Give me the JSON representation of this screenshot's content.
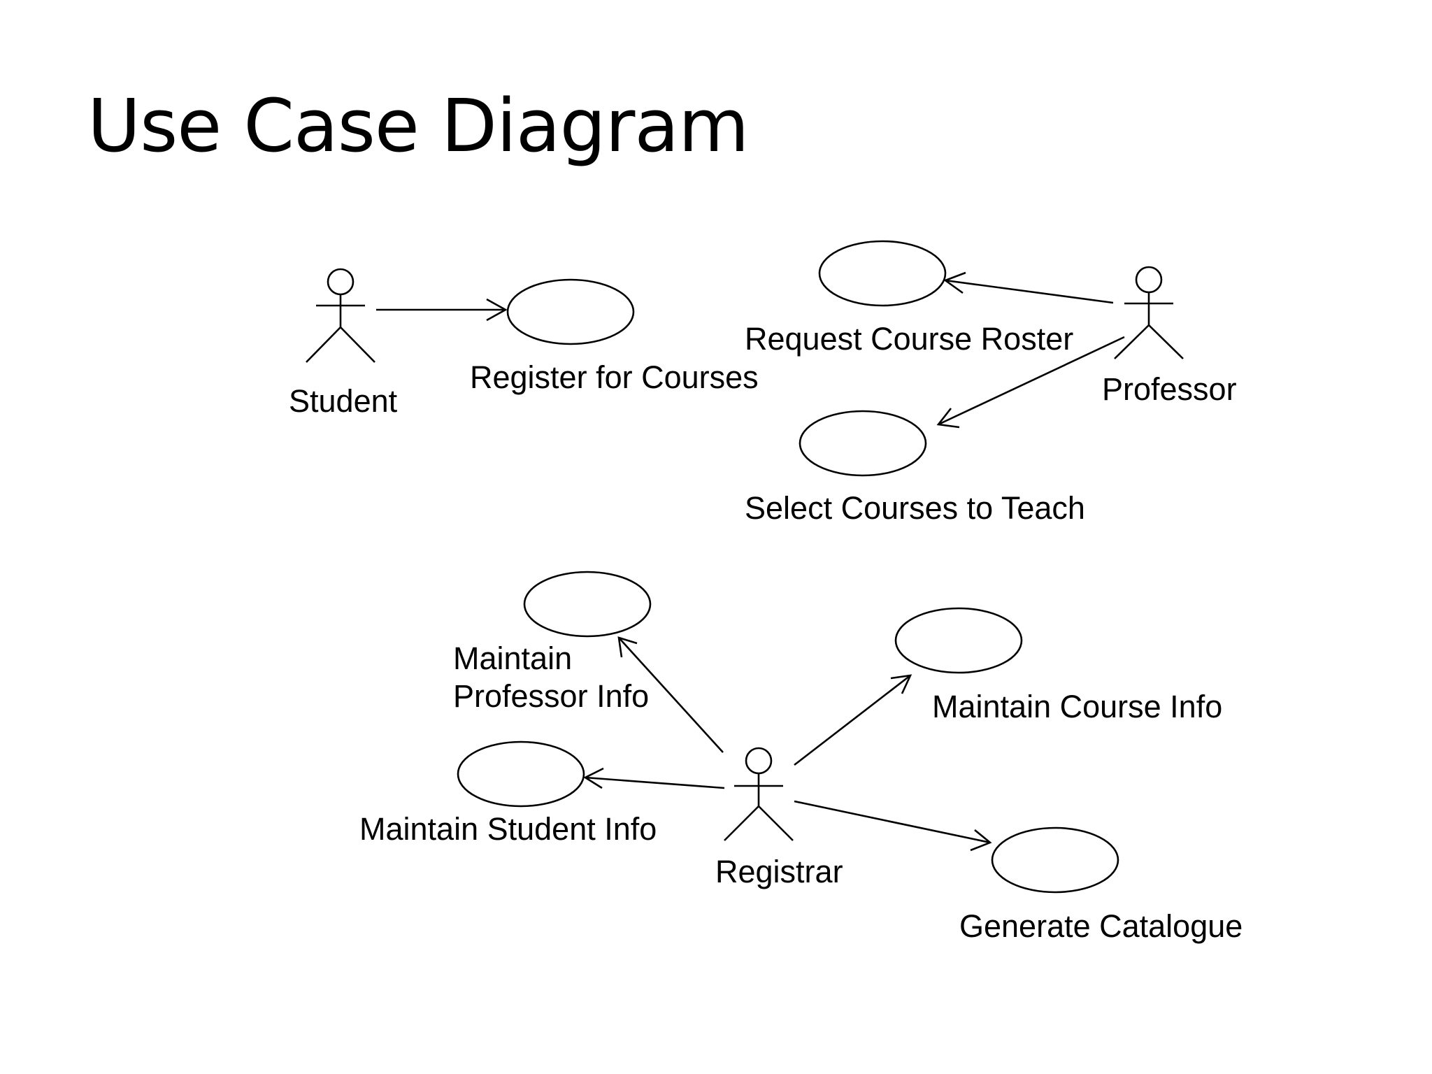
{
  "title": "Use Case Diagram",
  "actors": {
    "student": "Student",
    "professor": "Professor",
    "registrar": "Registrar"
  },
  "use_cases": {
    "register_for_courses": "Register for Courses",
    "request_course_roster": "Request Course Roster",
    "select_courses_to_teach": "Select Courses to Teach",
    "maintain_professor_info_line1": "Maintain",
    "maintain_professor_info_line2": "Professor Info",
    "maintain_course_info": "Maintain Course Info",
    "maintain_student_info": "Maintain Student Info",
    "generate_catalogue": "Generate Catalogue"
  },
  "colors": {
    "background": "#ffffff",
    "line": "#000000"
  }
}
